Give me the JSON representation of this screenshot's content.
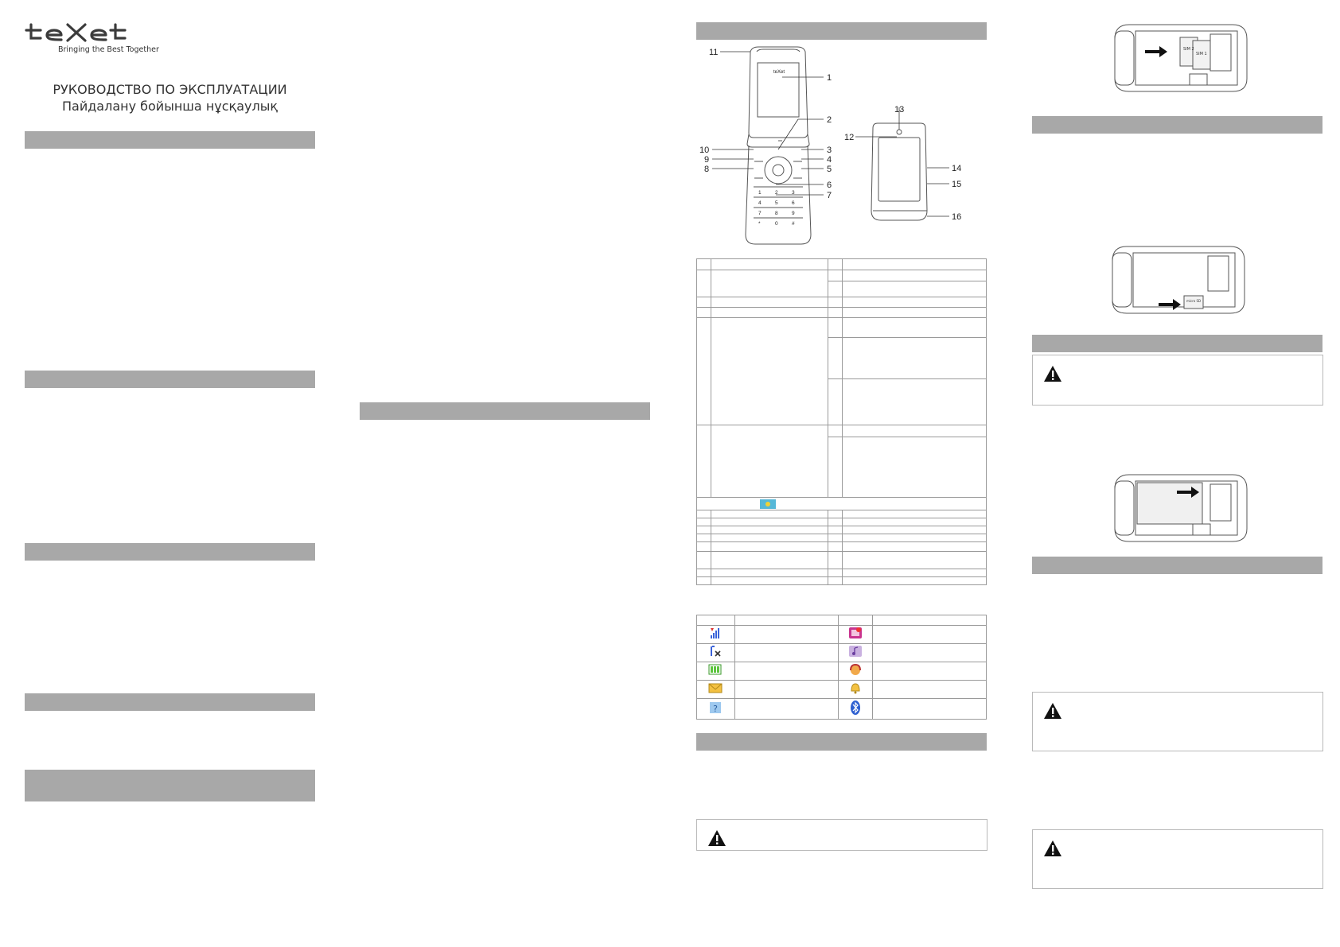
{
  "brand": {
    "logo_text": "teXet",
    "tagline": "Bringing the Best Together"
  },
  "cover": {
    "title_ru": "РУКОВОДСТВО ПО ЭКСПЛУАТАЦИИ",
    "title_kz": "Пайдалану бойынша нұсқаулық"
  },
  "phone_diagram": {
    "callouts": [
      "1",
      "2",
      "3",
      "4",
      "5",
      "6",
      "7",
      "8",
      "9",
      "10",
      "11",
      "12",
      "13",
      "14",
      "15",
      "16"
    ],
    "screen_brand": "teXet"
  },
  "keypad": {
    "keys": [
      "1",
      "2",
      "3",
      "4",
      "5",
      "6",
      "7",
      "8",
      "9",
      "*",
      "0",
      "#"
    ]
  },
  "sim_diagram": {
    "sim_labels": [
      "SIM 2",
      "SIM 1"
    ],
    "card_label": "micro SD"
  },
  "status_icons": {
    "left": [
      "signal-icon",
      "no-signal-icon",
      "battery-icon",
      "message-icon",
      "unknown-icon"
    ],
    "right": [
      "mms-icon",
      "music-icon",
      "headset-icon",
      "alarm-icon",
      "bluetooth-icon"
    ]
  },
  "colors": {
    "section_bar": "#a8a8a8",
    "border": "#9a9a9a",
    "text": "#333333"
  }
}
